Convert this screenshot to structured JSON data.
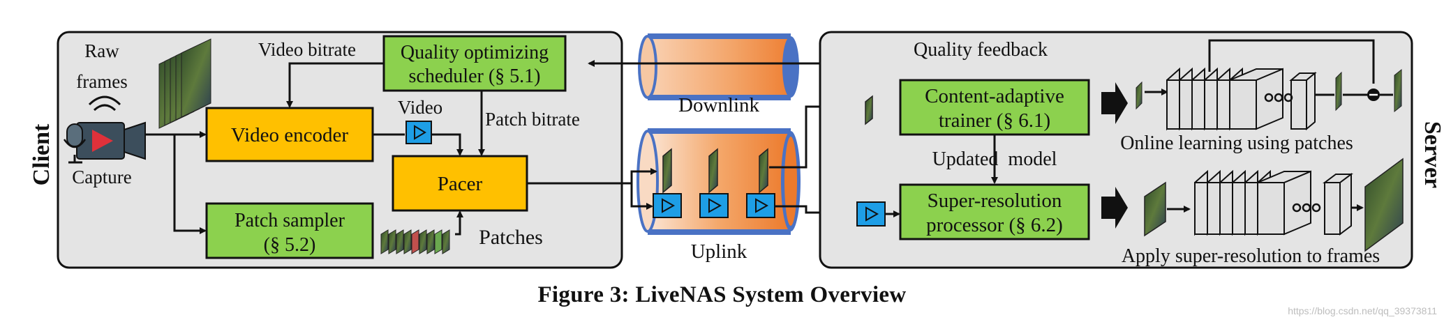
{
  "client": {
    "side_label": "Client",
    "raw_frames": "Raw frames",
    "capture": "Capture",
    "video_bitrate": "Video bitrate",
    "video": "Video",
    "patch_bitrate": "Patch bitrate",
    "patches": "Patches",
    "video_encoder": "Video encoder",
    "pacer": "Pacer",
    "scheduler_line1": "Quality optimizing",
    "scheduler_line2": "scheduler (§ 5.1)",
    "sampler_line1": "Patch sampler",
    "sampler_line2": "(§ 5.2)"
  },
  "network": {
    "downlink": "Downlink",
    "uplink": "Uplink"
  },
  "server": {
    "side_label": "Server",
    "quality_feedback": "Quality feedback",
    "trainer_line1": "Content-adaptive",
    "trainer_line2": "trainer (§ 6.1)",
    "updated_model": "Updated  model",
    "sr_line1": "Super-resolution",
    "sr_line2": "processor (§ 6.2)",
    "online_learning": "Online learning using patches",
    "apply_sr": "Apply super-resolution to frames"
  },
  "caption": "Figure 3: LiveNAS System Overview",
  "watermark": "https://blog.csdn.net/qq_39373811",
  "colors": {
    "green_box": "#8cd14e",
    "orange_box": "#ffc000",
    "panel_bg": "#e4e4e4",
    "play_icon": "#1e9ee6",
    "pipe_orange": "#f08a40",
    "pipe_blue": "#4a72c4"
  }
}
